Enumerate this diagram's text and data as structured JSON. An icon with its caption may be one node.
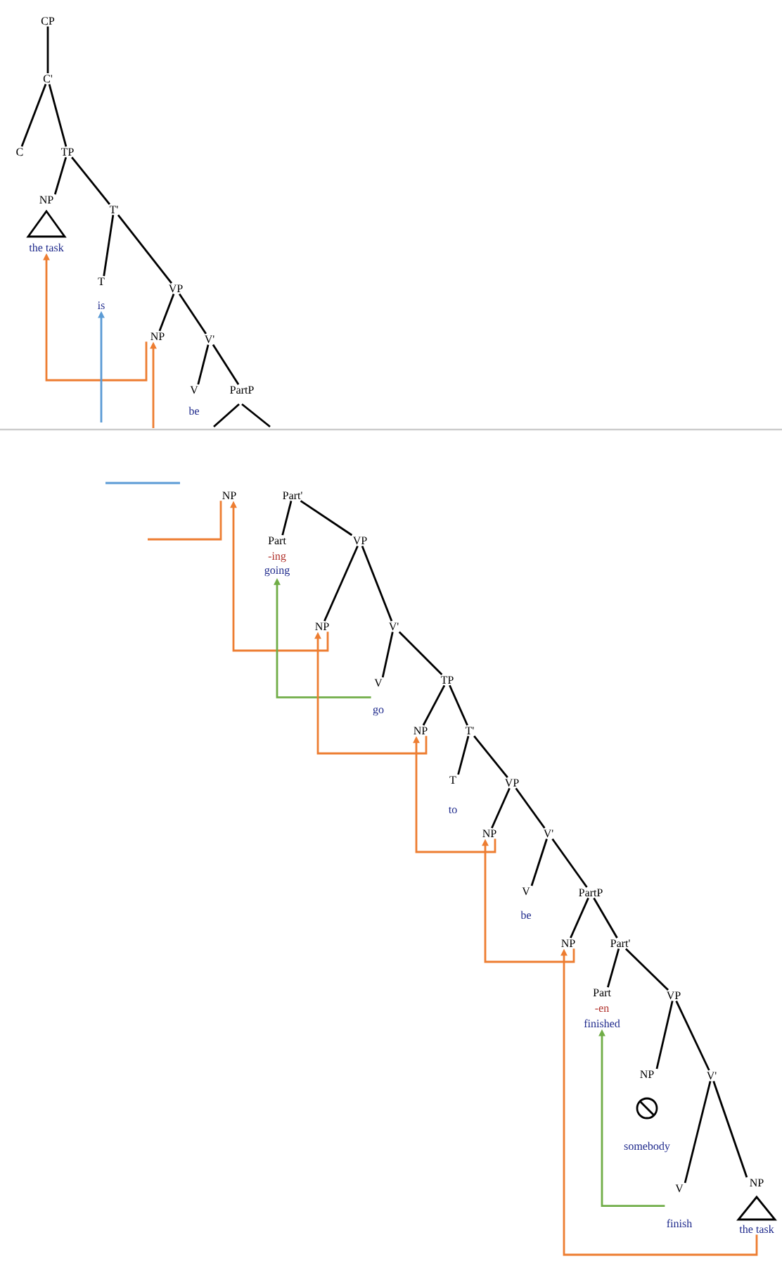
{
  "diagram": {
    "nodes": [
      {
        "text": [
          "CP"
        ]
      },
      {
        "text": [
          "C'"
        ]
      },
      {
        "text": [
          "C"
        ]
      },
      {
        "text": [
          "TP"
        ]
      },
      {
        "text": [
          "NP",
          "the task"
        ]
      },
      {
        "text": [
          "T'"
        ]
      },
      {
        "text": [
          "T",
          "is"
        ]
      },
      {
        "text": [
          "VP"
        ]
      },
      {
        "text": [
          "NP"
        ]
      },
      {
        "text": [
          "V'"
        ]
      },
      {
        "text": [
          "V",
          "be"
        ]
      },
      {
        "text": [
          "PartP"
        ]
      },
      {
        "text": [
          "NP"
        ]
      },
      {
        "text": [
          "Part'"
        ]
      },
      {
        "text": [
          "Part",
          "-ing",
          "going"
        ]
      },
      {
        "text": [
          "VP"
        ]
      },
      {
        "text": [
          "NP"
        ]
      },
      {
        "text": [
          "V'"
        ]
      },
      {
        "text": [
          "V",
          "go"
        ]
      },
      {
        "text": [
          "TP"
        ]
      },
      {
        "text": [
          "NP"
        ]
      },
      {
        "text": [
          "T'"
        ]
      },
      {
        "text": [
          "T",
          "to"
        ]
      },
      {
        "text": [
          "VP"
        ]
      },
      {
        "text": [
          "NP"
        ]
      },
      {
        "text": [
          "V'"
        ]
      },
      {
        "text": [
          "V",
          "be"
        ]
      },
      {
        "text": [
          "PartP"
        ]
      },
      {
        "text": [
          "NP"
        ]
      },
      {
        "text": [
          "Part'"
        ]
      },
      {
        "text": [
          "Part",
          "-en",
          "finished"
        ]
      },
      {
        "text": [
          "VP"
        ]
      },
      {
        "text": [
          "NP",
          "somebody"
        ]
      },
      {
        "text": [
          "V'"
        ]
      },
      {
        "text": [
          "V",
          "finish"
        ]
      },
      {
        "text": [
          "NP",
          "the task"
        ]
      }
    ],
    "edges": [
      {
        "from": 0,
        "to": 1,
        "arrow": "none"
      },
      {
        "from": 1,
        "to": 2,
        "arrow": "none"
      },
      {
        "from": 1,
        "to": 3,
        "arrow": "none"
      },
      {
        "from": 3,
        "to": 4,
        "arrow": "none"
      },
      {
        "from": 3,
        "to": 5,
        "arrow": "none"
      },
      {
        "from": 5,
        "to": 6,
        "arrow": "none"
      },
      {
        "from": 5,
        "to": 7,
        "arrow": "none"
      },
      {
        "from": 7,
        "to": 8,
        "arrow": "none"
      },
      {
        "from": 7,
        "to": 9,
        "arrow": "none"
      },
      {
        "from": 9,
        "to": 10,
        "arrow": "none"
      },
      {
        "from": 9,
        "to": 11,
        "arrow": "none"
      },
      {
        "from": 13,
        "to": 14,
        "arrow": "none"
      },
      {
        "from": 13,
        "to": 15,
        "arrow": "none"
      },
      {
        "from": 15,
        "to": 16,
        "arrow": "none"
      },
      {
        "from": 15,
        "to": 17,
        "arrow": "none"
      },
      {
        "from": 17,
        "to": 18,
        "arrow": "none"
      },
      {
        "from": 17,
        "to": 19,
        "arrow": "none"
      },
      {
        "from": 19,
        "to": 20,
        "arrow": "none"
      },
      {
        "from": 19,
        "to": 21,
        "arrow": "none"
      },
      {
        "from": 21,
        "to": 22,
        "arrow": "none"
      },
      {
        "from": 21,
        "to": 23,
        "arrow": "none"
      },
      {
        "from": 23,
        "to": 24,
        "arrow": "none"
      },
      {
        "from": 23,
        "to": 25,
        "arrow": "none"
      },
      {
        "from": 25,
        "to": 26,
        "arrow": "none"
      },
      {
        "from": 25,
        "to": 27,
        "arrow": "none"
      },
      {
        "from": 27,
        "to": 28,
        "arrow": "none"
      },
      {
        "from": 27,
        "to": 29,
        "arrow": "none"
      },
      {
        "from": 29,
        "to": 30,
        "arrow": "none"
      },
      {
        "from": 29,
        "to": 31,
        "arrow": "none"
      },
      {
        "from": 31,
        "to": 32,
        "arrow": "none"
      },
      {
        "from": 31,
        "to": 33,
        "arrow": "none"
      },
      {
        "from": 33,
        "to": 34,
        "arrow": "none"
      },
      {
        "from": 33,
        "to": 35,
        "arrow": "none"
      },
      {
        "from": 8,
        "to": 4,
        "arrow": "to",
        "color": "#ed7d31"
      },
      {
        "from": null,
        "to": 8,
        "arrow": "to",
        "color": "#ed7d31"
      },
      {
        "from": null,
        "to": 6,
        "arrow": "to",
        "color": "#5b9bd5"
      },
      {
        "from": 12,
        "to": null,
        "arrow": "none",
        "color": "#ed7d31"
      },
      {
        "from": 16,
        "to": 12,
        "arrow": "to",
        "color": "#ed7d31"
      },
      {
        "from": 18,
        "to": 14,
        "arrow": "to",
        "color": "#70ad47"
      },
      {
        "from": 20,
        "to": 16,
        "arrow": "to",
        "color": "#ed7d31"
      },
      {
        "from": 24,
        "to": 20,
        "arrow": "to",
        "color": "#ed7d31"
      },
      {
        "from": 28,
        "to": 24,
        "arrow": "to",
        "color": "#ed7d31"
      },
      {
        "from": 35,
        "to": 28,
        "arrow": "to",
        "color": "#ed7d31"
      },
      {
        "from": 34,
        "to": 30,
        "arrow": "to",
        "color": "#70ad47"
      }
    ]
  }
}
